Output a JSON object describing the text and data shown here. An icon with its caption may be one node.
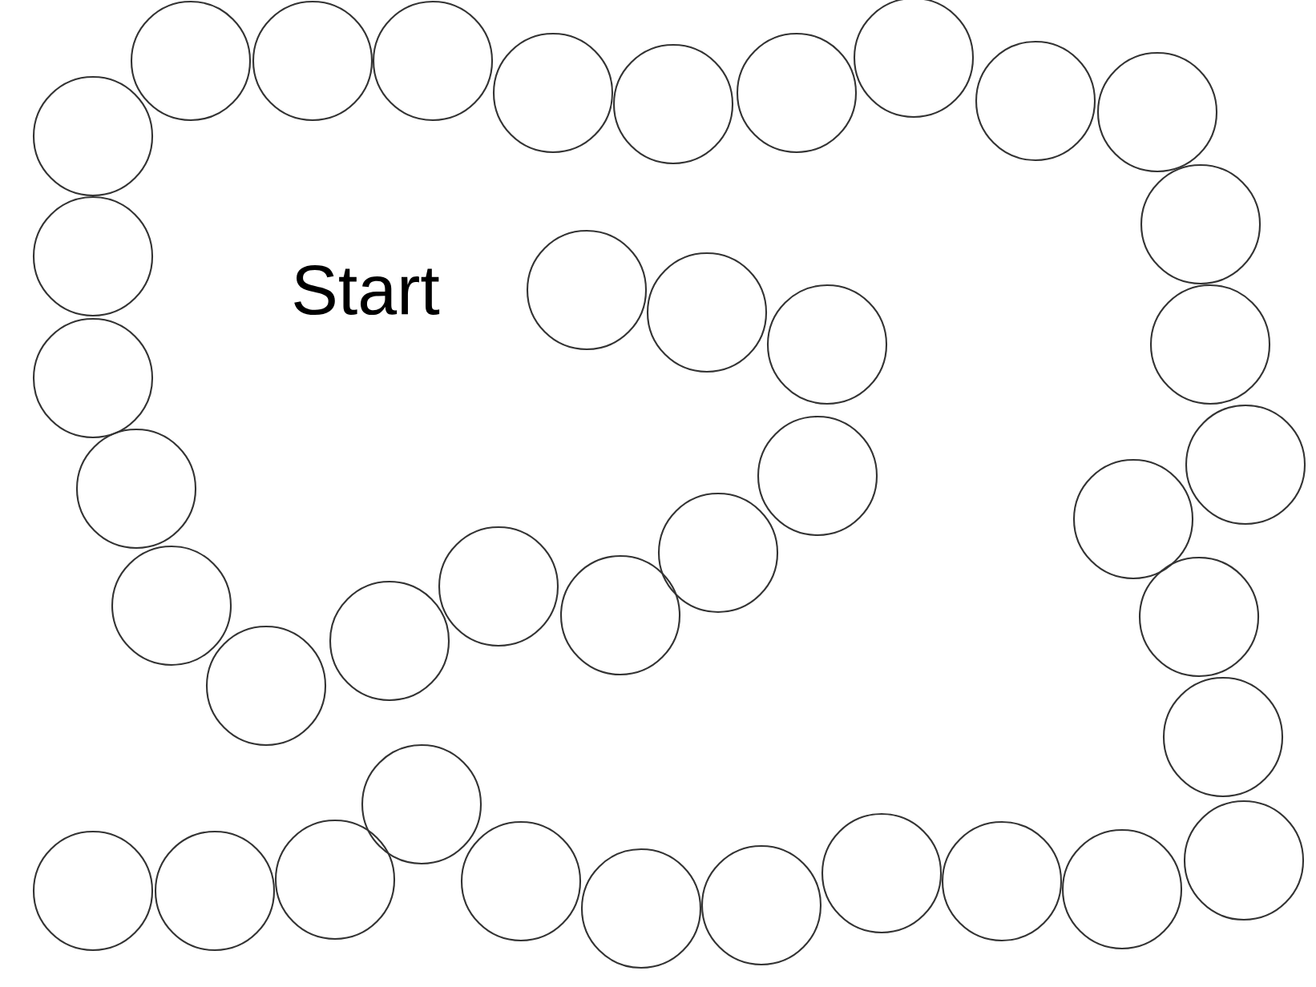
{
  "diagram": {
    "nodes": [
      {
        "text": [],
        "shape": "circle"
      },
      {
        "text": [],
        "shape": "circle"
      },
      {
        "text": [],
        "shape": "circle"
      },
      {
        "text": [],
        "shape": "circle"
      },
      {
        "text": [],
        "shape": "circle"
      },
      {
        "text": [],
        "shape": "circle"
      },
      {
        "text": [],
        "shape": "circle"
      },
      {
        "text": [],
        "shape": "circle"
      },
      {
        "text": [],
        "shape": "circle"
      },
      {
        "text": [],
        "shape": "circle"
      },
      {
        "text": [],
        "shape": "circle"
      },
      {
        "text": [],
        "shape": "circle"
      },
      {
        "text": [],
        "shape": "circle"
      },
      {
        "text": [],
        "shape": "circle"
      },
      {
        "text": [],
        "shape": "circle"
      },
      {
        "text": [],
        "shape": "circle"
      },
      {
        "text": [],
        "shape": "circle"
      },
      {
        "text": [],
        "shape": "circle"
      },
      {
        "text": [],
        "shape": "circle"
      },
      {
        "text": [],
        "shape": "circle"
      },
      {
        "text": [],
        "shape": "circle"
      },
      {
        "text": [],
        "shape": "circle"
      },
      {
        "text": [],
        "shape": "circle"
      },
      {
        "text": [],
        "shape": "circle"
      },
      {
        "text": [],
        "shape": "circle"
      },
      {
        "text": [],
        "shape": "circle"
      },
      {
        "text": [],
        "shape": "circle"
      },
      {
        "text": [],
        "shape": "circle"
      },
      {
        "text": [],
        "shape": "circle"
      },
      {
        "text": [],
        "shape": "circle"
      },
      {
        "text": [],
        "shape": "circle"
      },
      {
        "text": [],
        "shape": "circle"
      },
      {
        "text": [],
        "shape": "circle"
      },
      {
        "text": [],
        "shape": "circle"
      },
      {
        "text": [],
        "shape": "circle"
      },
      {
        "text": [],
        "shape": "circle"
      },
      {
        "text": [],
        "shape": "circle"
      },
      {
        "text": [],
        "shape": "circle"
      },
      {
        "text": [],
        "shape": "circle"
      },
      {
        "text": [],
        "shape": "circle"
      }
    ],
    "labels": [
      "Start"
    ]
  }
}
